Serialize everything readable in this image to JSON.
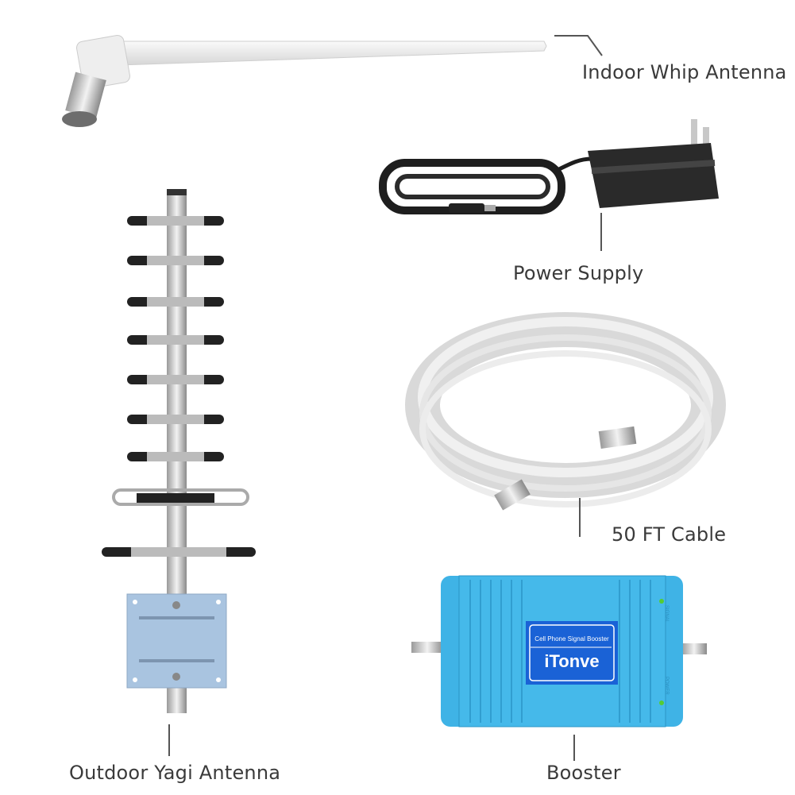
{
  "labels": {
    "whip": "Indoor Whip Antenna",
    "power": "Power Supply",
    "cable": "50 FT Cable",
    "yagi": "Outdoor Yagi Antenna",
    "booster": "Booster"
  },
  "booster_panel": {
    "subtitle": "Cell Phone Signal Booster",
    "brand": "iTonve",
    "led_signal": "SIGNAL",
    "led_power": "POWER"
  },
  "colors": {
    "booster_body": "#3fb3e6",
    "booster_label": "#1a62d6",
    "text": "#3a3a3a"
  }
}
